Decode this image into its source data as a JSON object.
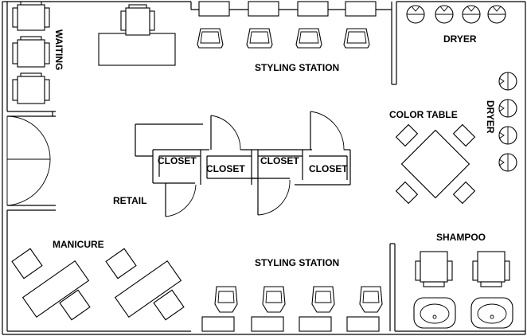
{
  "labels": {
    "waiting": "WAITING",
    "styling_top": "STYLING STATION",
    "dryer_top": "DRYER",
    "dryer_side": "DRYER",
    "color_table": "COLOR TABLE",
    "closet_1": "CLOSET",
    "closet_2": "CLOSET",
    "closet_3": "CLOSET",
    "closet_4": "CLOSET",
    "retail": "RETAIL",
    "manicure": "MANICURE",
    "styling_bottom": "STYLING STATION",
    "shampoo": "SHAMPOO"
  },
  "colors": {
    "line": "#000000",
    "background": "#ffffff"
  }
}
